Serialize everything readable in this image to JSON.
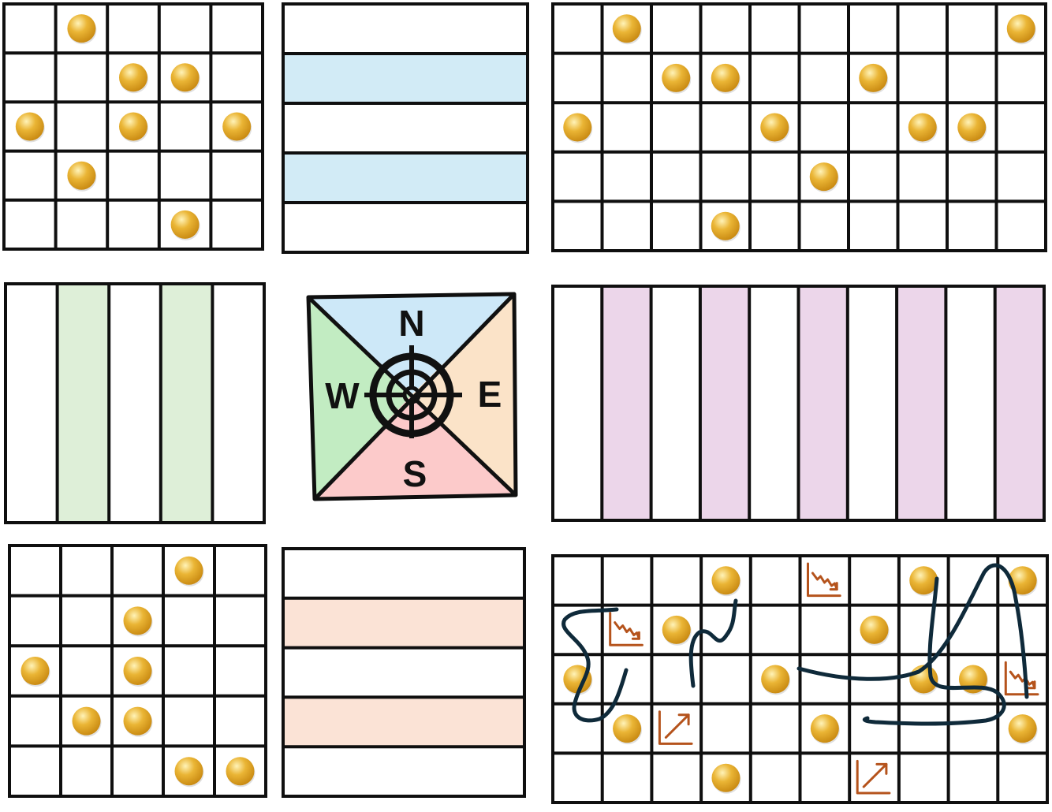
{
  "colors": {
    "line": "#0f0f0f",
    "coin": "#eab535",
    "coin_highlight": "#fff3b8",
    "coin_shade": "#c98a12",
    "blue_stripe": "#d2ebf6",
    "green_stripe": "#deefd8",
    "purple_stripe": "#ecd6ea",
    "peach_stripe": "#fbe3d6",
    "compass_north": "#cde8f8",
    "compass_east": "#fbe3c8",
    "compass_south": "#fccaca",
    "compass_west": "#c2ecc2",
    "path": "#0f2a3a",
    "trend_icon": "#b5531c"
  },
  "compass": {
    "north": "N",
    "east": "E",
    "south": "S",
    "west": "W"
  },
  "grids": {
    "top_left": {
      "rows": 5,
      "cols": 5,
      "coins": [
        [
          0,
          1
        ],
        [
          1,
          2
        ],
        [
          1,
          3
        ],
        [
          2,
          0
        ],
        [
          2,
          2
        ],
        [
          2,
          4
        ],
        [
          3,
          1
        ],
        [
          4,
          3
        ]
      ]
    },
    "top_right": {
      "rows": 5,
      "cols": 10,
      "coins": [
        [
          0,
          1
        ],
        [
          0,
          9
        ],
        [
          1,
          2
        ],
        [
          1,
          3
        ],
        [
          1,
          6
        ],
        [
          2,
          0
        ],
        [
          2,
          4
        ],
        [
          2,
          7
        ],
        [
          2,
          8
        ],
        [
          3,
          5
        ],
        [
          4,
          3
        ]
      ]
    },
    "bottom_left": {
      "rows": 5,
      "cols": 5,
      "coins": [
        [
          0,
          3
        ],
        [
          1,
          2
        ],
        [
          2,
          0
        ],
        [
          2,
          2
        ],
        [
          3,
          1
        ],
        [
          3,
          2
        ],
        [
          4,
          3
        ],
        [
          4,
          4
        ]
      ]
    },
    "bottom_right": {
      "rows": 5,
      "cols": 10,
      "coins": [
        [
          0,
          3
        ],
        [
          0,
          7
        ],
        [
          0,
          9
        ],
        [
          1,
          2
        ],
        [
          1,
          6
        ],
        [
          2,
          0
        ],
        [
          2,
          4
        ],
        [
          2,
          7
        ],
        [
          2,
          8
        ],
        [
          3,
          1
        ],
        [
          3,
          5
        ],
        [
          3,
          9
        ],
        [
          4,
          3
        ]
      ],
      "trend_down": [
        [
          0,
          5
        ],
        [
          1,
          1
        ],
        [
          2,
          9
        ]
      ],
      "trend_up": [
        [
          3,
          2
        ],
        [
          4,
          6
        ]
      ]
    }
  },
  "stripes": {
    "top_middle": {
      "orientation": "horizontal",
      "count": 5,
      "filled": [
        1,
        3
      ],
      "color_key": "blue_stripe"
    },
    "middle_left": {
      "orientation": "vertical",
      "count": 5,
      "filled": [
        1,
        3
      ],
      "color_key": "green_stripe"
    },
    "middle_right": {
      "orientation": "vertical",
      "count": 10,
      "filled": [
        1,
        3,
        5,
        7,
        9
      ],
      "color_key": "purple_stripe"
    },
    "bottom_middle": {
      "orientation": "horizontal",
      "count": 5,
      "filled": [
        1,
        3
      ],
      "color_key": "peach_stripe"
    }
  }
}
